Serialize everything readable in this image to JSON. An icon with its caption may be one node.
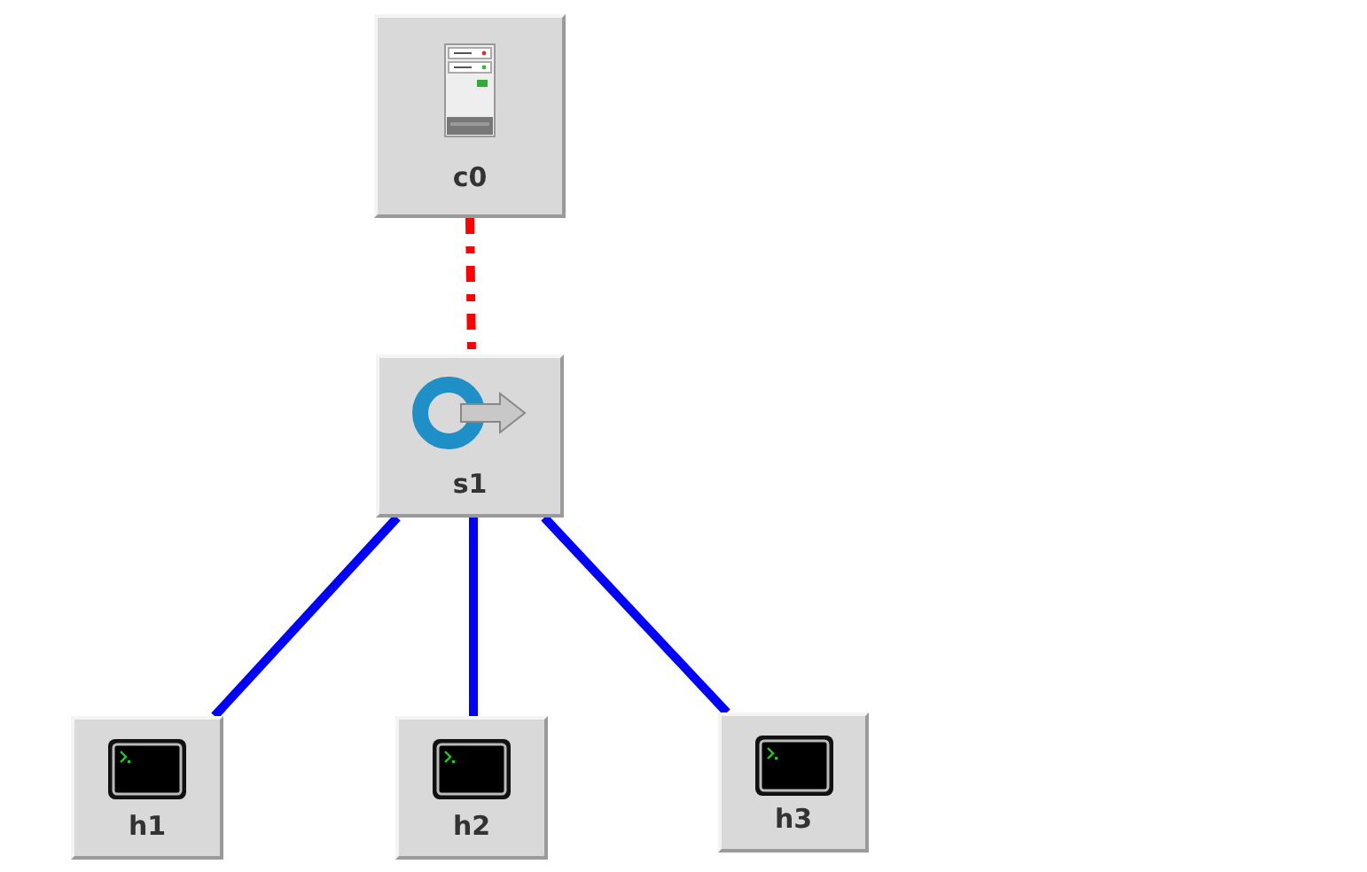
{
  "diagram": {
    "nodes": [
      {
        "text": [
          "c0"
        ]
      },
      {
        "text": [
          "s1"
        ]
      },
      {
        "text": [
          "h1"
        ]
      },
      {
        "text": [
          "h2"
        ]
      },
      {
        "text": [
          "h3"
        ]
      }
    ],
    "edges": [
      {
        "from": 0,
        "to": 1,
        "arrow": "none",
        "style": "dashed",
        "color": "#ff0000"
      },
      {
        "from": 1,
        "to": 2,
        "arrow": "none"
      },
      {
        "from": 1,
        "to": 3,
        "arrow": "none"
      },
      {
        "from": 1,
        "to": 4,
        "arrow": "none"
      }
    ]
  }
}
